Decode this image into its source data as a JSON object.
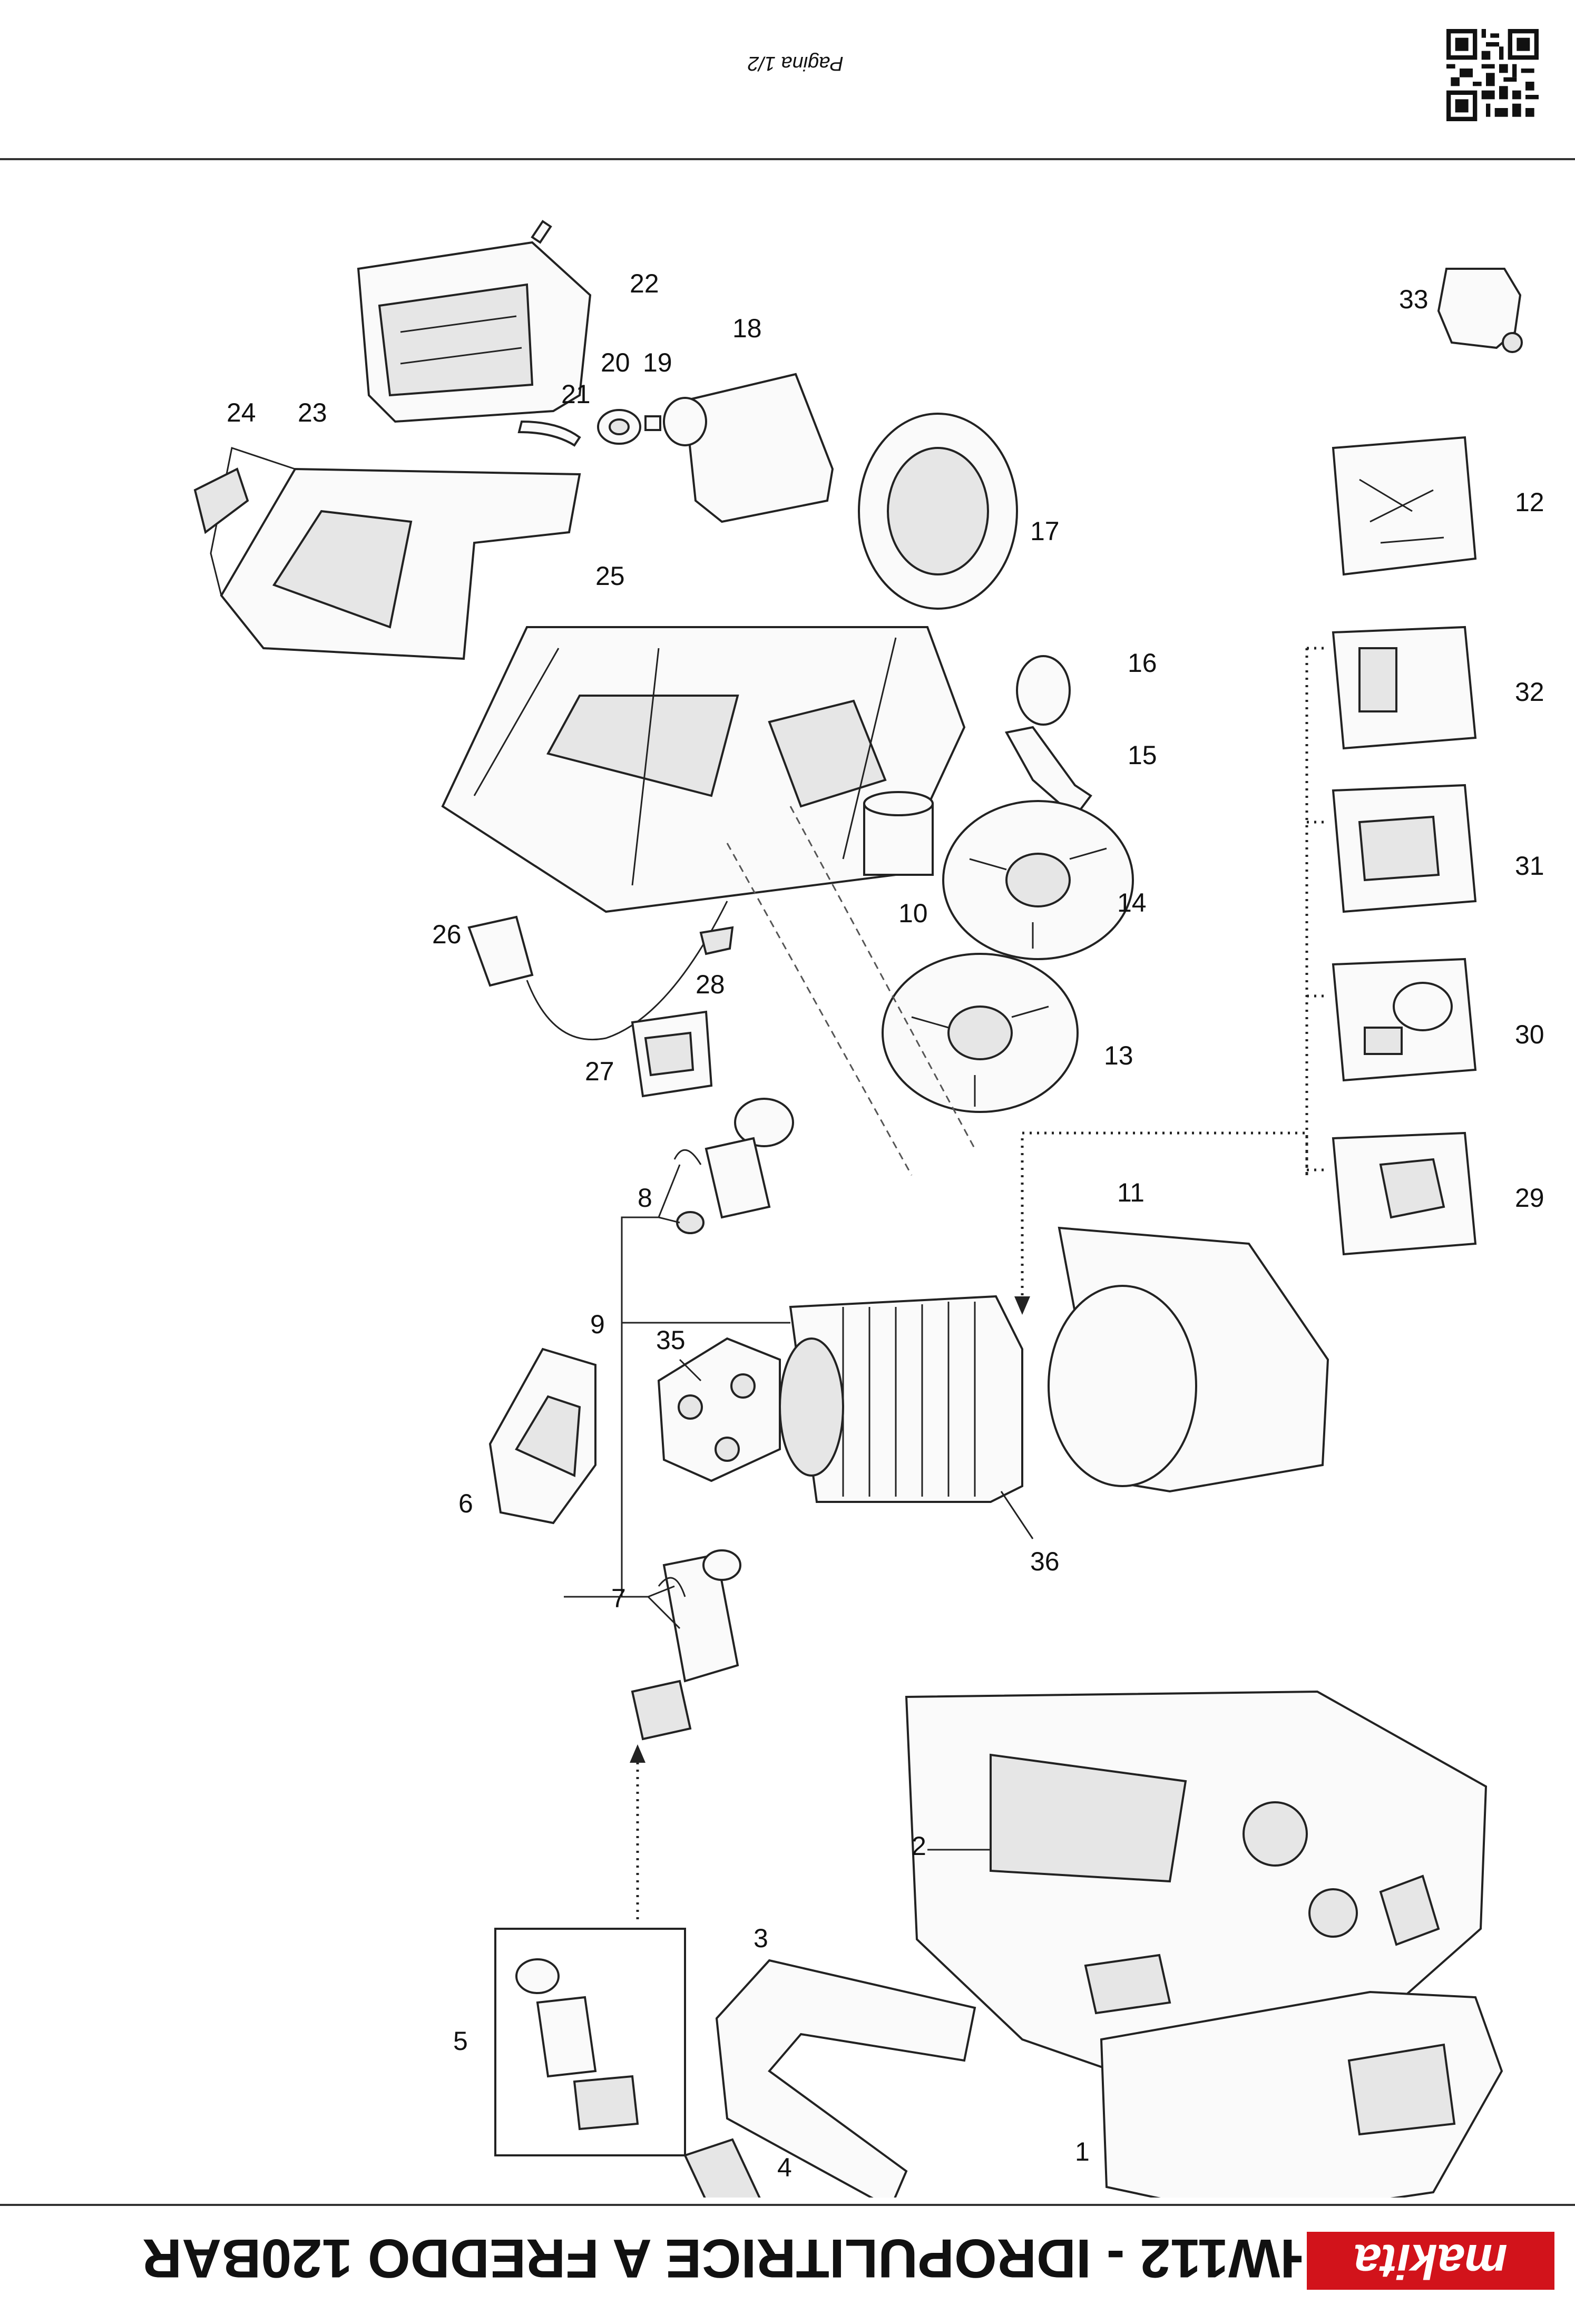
{
  "header": {
    "page_label": "Pagina 1/2"
  },
  "title_bar": {
    "title": "HW112 - IDROPULITRICE A FREDDO 120BAR",
    "brand": "makita"
  },
  "diagram": {
    "callouts": [
      "1",
      "2",
      "3",
      "4",
      "5",
      "6",
      "7",
      "8",
      "9",
      "10",
      "11",
      "12",
      "13",
      "14",
      "15",
      "16",
      "17",
      "18",
      "19",
      "20",
      "21",
      "22",
      "23",
      "24",
      "25",
      "26",
      "27",
      "28",
      "29",
      "30",
      "31",
      "32",
      "33",
      "35",
      "36"
    ]
  }
}
